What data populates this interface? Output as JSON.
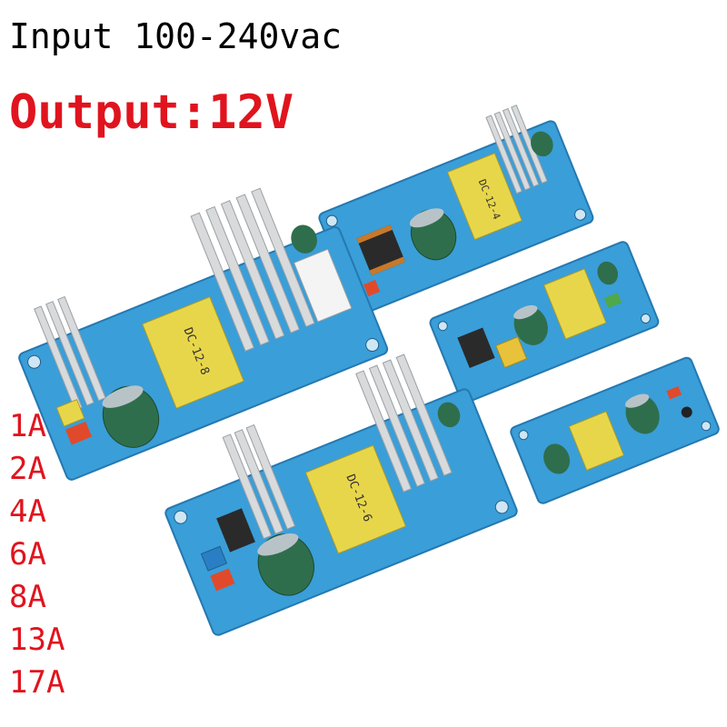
{
  "headline": {
    "input_text": "Input 100-240vac",
    "output_text": "Output:12V"
  },
  "current_options": [
    "1A",
    "2A",
    "4A",
    "6A",
    "8A",
    "13A",
    "17A"
  ],
  "board_labels": {
    "large_left": "DC-12-8",
    "bottom_middle": "DC-12-6",
    "top_right": "DC-12-4"
  },
  "colors": {
    "output_red": "#e0141e",
    "pcb_blue": "#3a9ed8",
    "transformer_yellow": "#e8d64a",
    "heatsink_silver": "#d8dadc"
  }
}
